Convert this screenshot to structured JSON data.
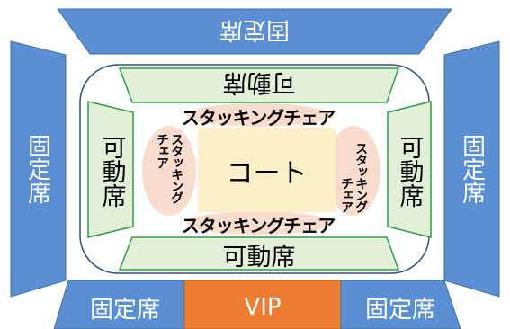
{
  "fixed_seat": "固定席",
  "movable_seat": "可動席",
  "stacking_chair": "スタッキングチェア",
  "stacking_chair_line1": "スタッキング",
  "stacking_chair_line2": "チェア",
  "court": "コート",
  "vip": "VIP",
  "colors": {
    "fixed_blue": "#5b8fd4",
    "vip_orange": "#ed7d31",
    "movable_fill": "#e2efd9",
    "movable_border": "#2e9e48",
    "court_fill": "#fdf0c8",
    "chair_fill": "#f8dccd"
  }
}
